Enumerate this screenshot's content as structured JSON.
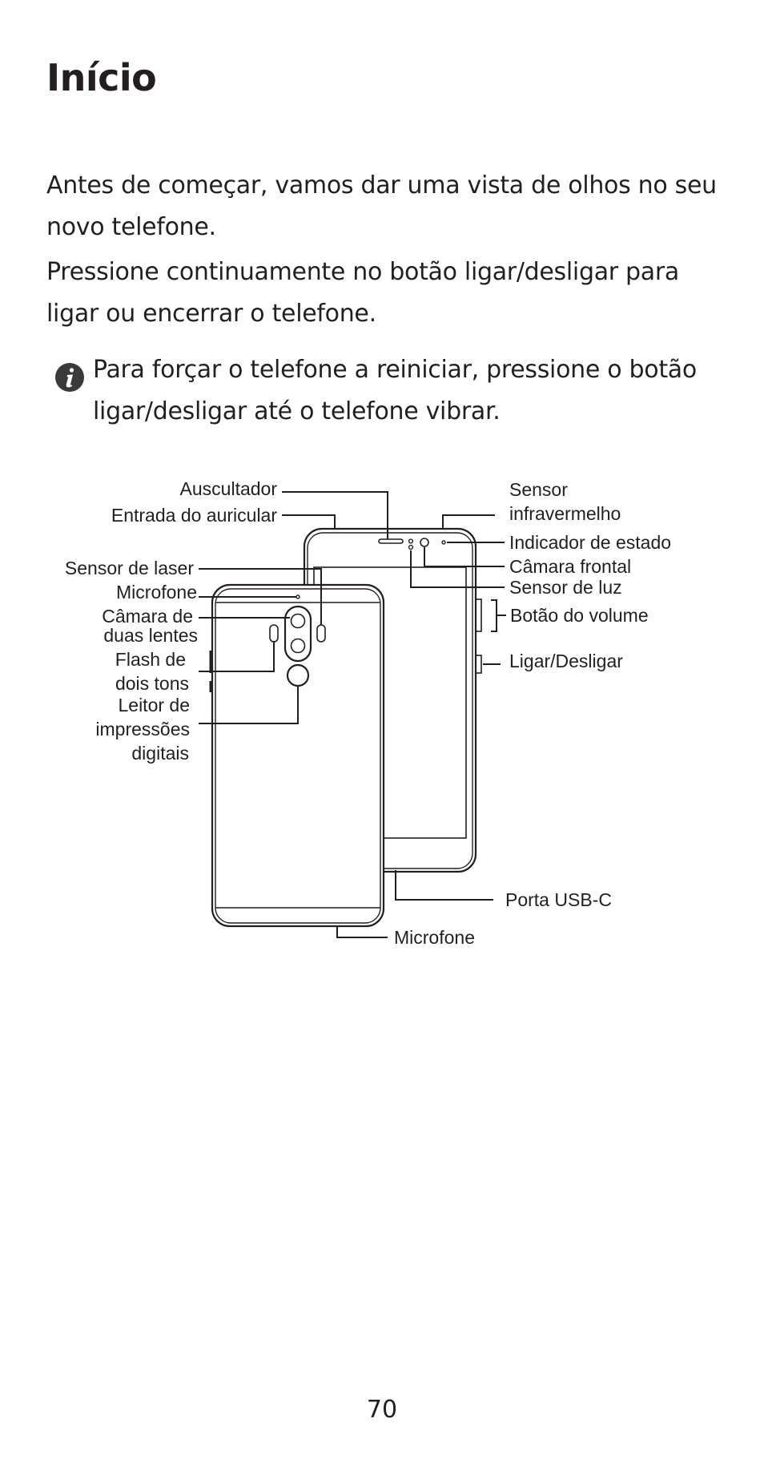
{
  "page": {
    "title": "Início",
    "paragraphs": [
      "Antes de começar, vamos dar uma vista de olhos no seu novo telefone.",
      "Pressione continuamente no botão ligar/desligar para ligar ou encerrar o telefone."
    ],
    "note": "Para forçar o telefone a reiniciar, pressione o botão ligar/desligar até o telefone vibrar.",
    "note_icon": "info-icon",
    "page_number": "70"
  },
  "diagram": {
    "labels": {
      "auscultador": "Auscultador",
      "entrada_auricular": "Entrada do auricular",
      "sensor_infravermelho_1": "Sensor",
      "sensor_infravermelho_2": "infravermelho",
      "indicador_estado": "Indicador de estado",
      "camara_frontal": "Câmara frontal",
      "sensor_luz": "Sensor de luz",
      "botao_volume": "Botão do volume",
      "ligar_desligar": "Ligar/Desligar",
      "sensor_laser": "Sensor de laser",
      "microfone_top": "Microfone",
      "camara_duas_1": "Câmara de",
      "camara_duas_2": "duas lentes",
      "flash_1": "Flash de",
      "flash_2": "dois tons",
      "leitor_1": "Leitor de",
      "leitor_2": "impressões",
      "leitor_3": "digitais",
      "porta_usb": "Porta USB-C",
      "microfone_bottom": "Microfone"
    }
  }
}
